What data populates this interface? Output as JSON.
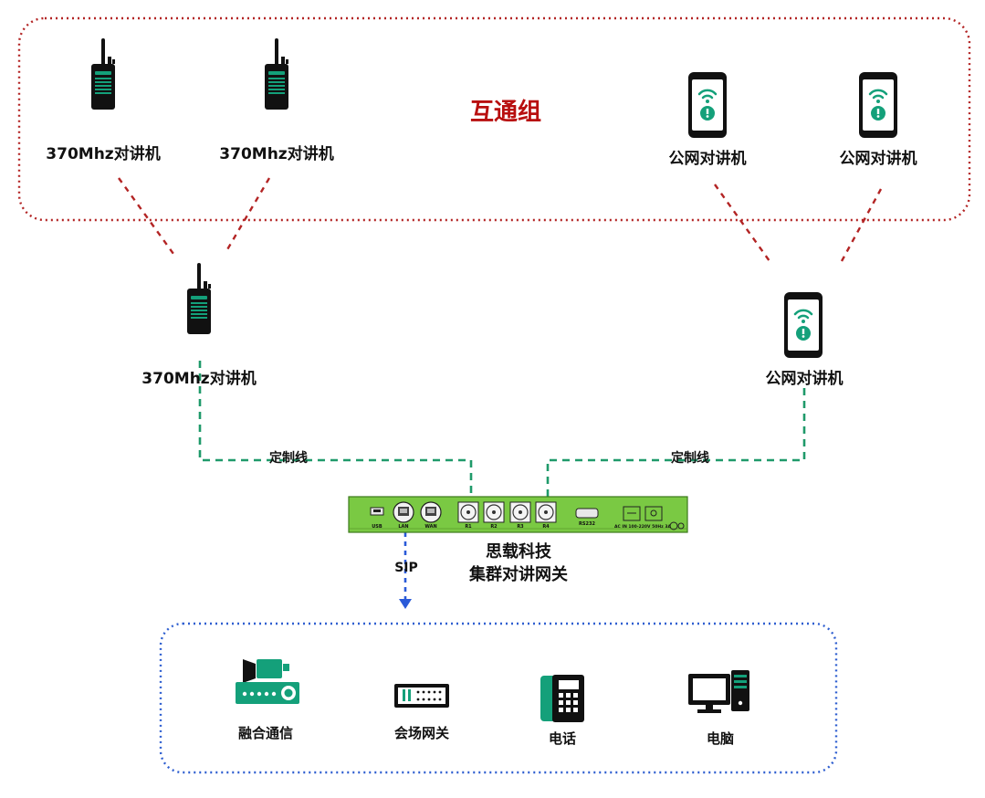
{
  "title": "互通组",
  "colors": {
    "group_border": "#b32424",
    "title": "#b80f0f",
    "line": "#1f9a6a",
    "sip": "#2a5ad8",
    "lower_border": "#2f5fd0",
    "accent": "#14a07a",
    "gateway": "#7ac943"
  },
  "group_devices": {
    "radio_1": "370Mhz对讲机",
    "radio_2": "370Mhz对讲机",
    "phone_1": "公网对讲机",
    "phone_2": "公网对讲机"
  },
  "mid_devices": {
    "radio": "370Mhz对讲机",
    "phone": "公网对讲机"
  },
  "links": {
    "left_label": "定制线",
    "right_label": "定制线",
    "sip_label": "SIP"
  },
  "gateway": {
    "name_line1": "思载科技",
    "name_line2": "集群对讲网关",
    "port_labels": [
      "USB",
      "LAN",
      "WAN",
      "R1",
      "R2",
      "R3",
      "R4",
      "RS232"
    ],
    "power_text": "AC IN 100-220V 50Hz 3A"
  },
  "terminals": {
    "fusion": "融合通信",
    "conference": "会场网关",
    "phone": "电话",
    "computer": "电脑"
  }
}
